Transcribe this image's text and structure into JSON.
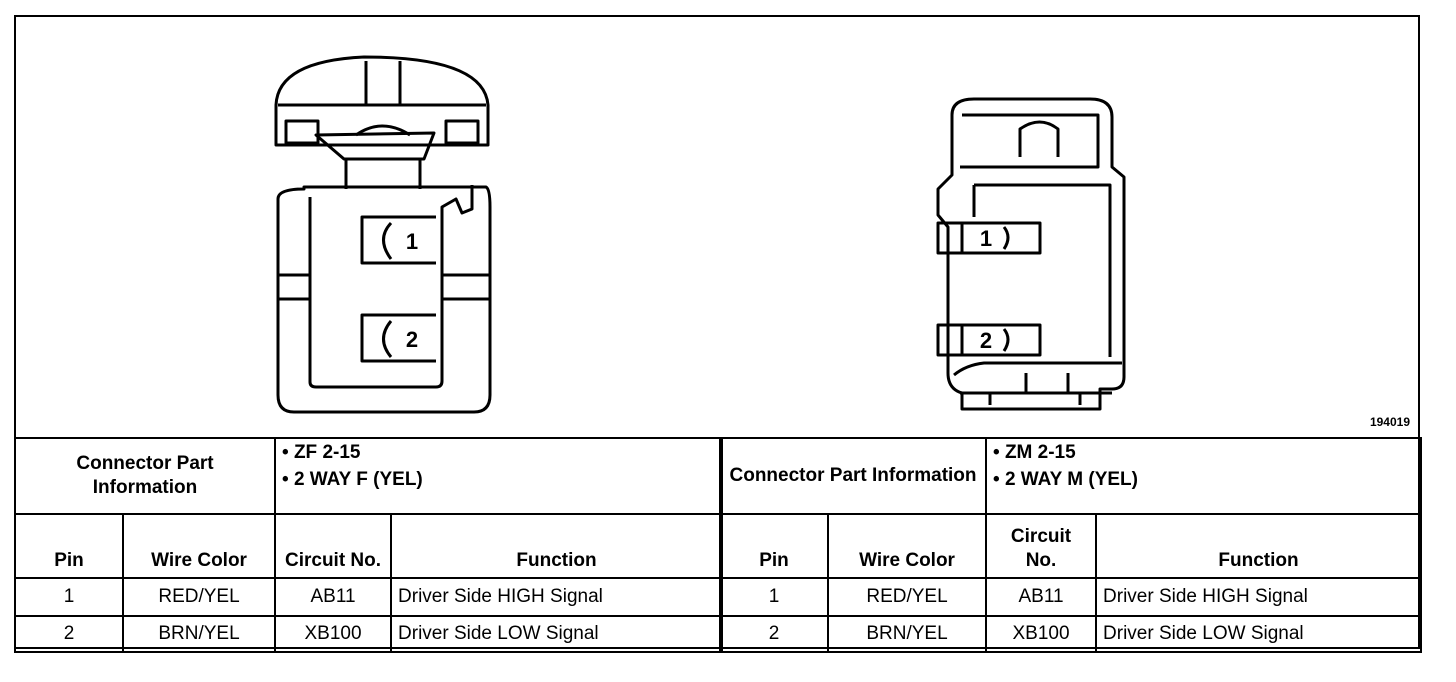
{
  "figure_id": "194019",
  "connectors": [
    {
      "part_info_label": "Connector Part Information",
      "part_info_items": [
        "ZF 2-15",
        "2 WAY F (YEL)"
      ],
      "headers": {
        "pin": "Pin",
        "wire_color": "Wire Color",
        "circuit": "Circuit No.",
        "function": "Function"
      },
      "rows": [
        {
          "pin": "1",
          "wire_color": "RED/YEL",
          "circuit": "AB11",
          "function": "Driver Side HIGH Signal"
        },
        {
          "pin": "2",
          "wire_color": "BRN/YEL",
          "circuit": "XB100",
          "function": "Driver Side LOW Signal"
        }
      ],
      "pin_labels": [
        "1",
        "2"
      ]
    },
    {
      "part_info_label": "Connector Part Information",
      "part_info_items": [
        "ZM 2-15",
        "2 WAY M (YEL)"
      ],
      "headers": {
        "pin": "Pin",
        "wire_color": "Wire Color",
        "circuit": "Circuit No.",
        "function": "Function"
      },
      "rows": [
        {
          "pin": "1",
          "wire_color": "RED/YEL",
          "circuit": "AB11",
          "function": "Driver Side HIGH Signal"
        },
        {
          "pin": "2",
          "wire_color": "BRN/YEL",
          "circuit": "XB100",
          "function": "Driver Side LOW Signal"
        }
      ],
      "pin_labels": [
        "1",
        "2"
      ]
    }
  ]
}
